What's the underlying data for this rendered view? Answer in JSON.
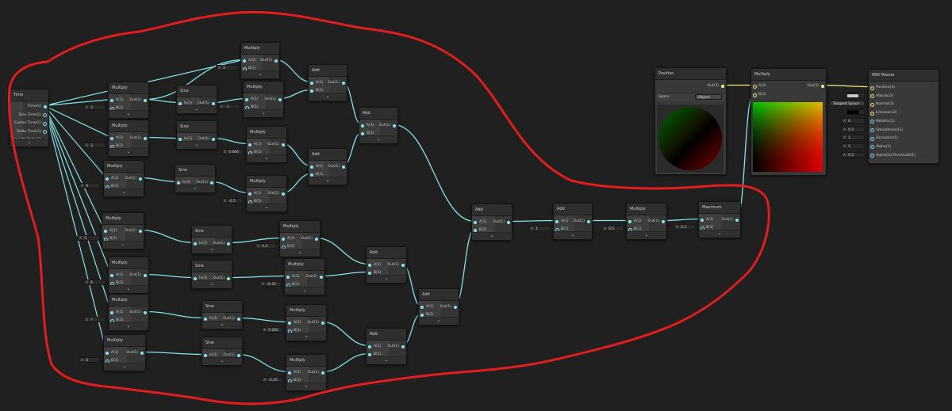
{
  "annotation_color": "#e11d1d",
  "wire_color": "#84e4e7",
  "labels": {
    "out1": "Out(1)",
    "in1": "In(1)",
    "a1": "A(1)",
    "b1": "B(1)",
    "a3": "A(3)",
    "b3": "B(3)",
    "out3": "Out(3)",
    "x": "X",
    "chevron": "⌄",
    "space": "Space"
  },
  "nodes": {
    "time": {
      "title": "Time",
      "outputs": [
        "Time(1)",
        "Sine Time(1)",
        "Cosine Time(1)",
        "Delta Time(1)",
        "Smooth Delta(1)"
      ]
    },
    "mul_top": {
      "title": "Multiply",
      "b": "2"
    },
    "mul2": {
      "title": "Multiply",
      "b": "2"
    },
    "mul3": {
      "title": "Multiply",
      "b": "3"
    },
    "mul4": {
      "title": "Multiply",
      "b": "4"
    },
    "mul5": {
      "title": "Multiply",
      "b": "5"
    },
    "mul6": {
      "title": "Multiply",
      "b": "6"
    },
    "mul7": {
      "title": "Multiply",
      "b": "7"
    },
    "mul8": {
      "title": "Multiply",
      "b": "8"
    },
    "sine1": {
      "title": "Sine"
    },
    "sine2": {
      "title": "Sine"
    },
    "sine3": {
      "title": "Sine"
    },
    "sine4": {
      "title": "Sine"
    },
    "sine5": {
      "title": "Sine"
    },
    "sine6": {
      "title": "Sine"
    },
    "sine7": {
      "title": "Sine"
    },
    "mulk1": {
      "title": "Multiply",
      "b": "-1"
    },
    "mulk2": {
      "title": "Multiply",
      "b": "0.666"
    },
    "mulk3": {
      "title": "Multiply",
      "b": "-0.5"
    },
    "mulk4": {
      "title": "Multiply",
      "b": "0.4"
    },
    "mulk5": {
      "title": "Multiply",
      "b": "-0.33"
    },
    "mulk6": {
      "title": "Multiply",
      "b": "0.285"
    },
    "mulk7": {
      "title": "Multiply",
      "b": "-0.25"
    },
    "add1": {
      "title": "Add"
    },
    "add2": {
      "title": "Add"
    },
    "add3": {
      "title": "Add"
    },
    "add4": {
      "title": "Add"
    },
    "add5": {
      "title": "Add"
    },
    "add6": {
      "title": "Add"
    },
    "add7": {
      "title": "Add"
    },
    "add_c": {
      "title": "Add",
      "b": "1"
    },
    "mul_c": {
      "title": "Multiply",
      "b": "0.5"
    },
    "max_c": {
      "title": "Maximum",
      "b": "0.2"
    },
    "position": {
      "title": "Position",
      "out": "Out(3)",
      "space_value": "Object"
    },
    "mul_final": {
      "title": "Multiply"
    },
    "master": {
      "title": "PBR Master",
      "inputs": [
        {
          "label": "Position(3)",
          "field": ""
        },
        {
          "label": "Albedo(3)",
          "field": "swatch-light"
        },
        {
          "label": "Normal(3)",
          "field": "Tangent Space"
        },
        {
          "label": "Emission(3)",
          "field": "swatch-black"
        },
        {
          "label": "Metallic(1)",
          "field": "0"
        },
        {
          "label": "Smoothness(1)",
          "field": "0.5"
        },
        {
          "label": "Occlusion(1)",
          "field": "1"
        },
        {
          "label": "Alpha(1)",
          "field": "1"
        },
        {
          "label": "AlphaClipThreshold(1)",
          "field": "0.5"
        }
      ]
    }
  }
}
